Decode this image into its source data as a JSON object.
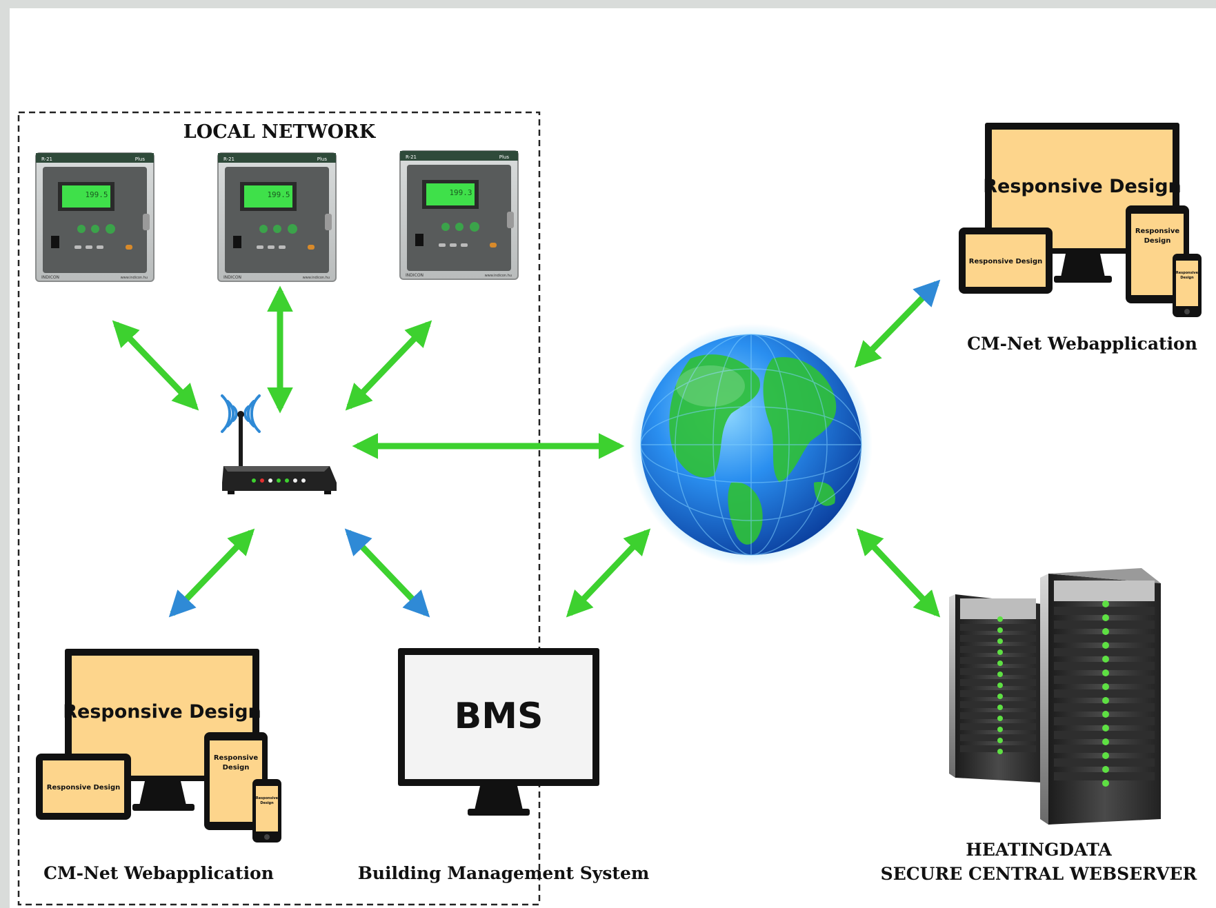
{
  "diagram": {
    "local_network_label": "LOCAL NETWORK",
    "controllers": [
      {
        "model": "R-21",
        "tag": "Plus",
        "display": "199.5",
        "brand": "INDICON",
        "url": "www.indicon.hu"
      },
      {
        "model": "R-21",
        "tag": "Plus",
        "display": "199.5",
        "brand": "INDICON",
        "url": "www.indicon.hu"
      },
      {
        "model": "R-21",
        "tag": "Plus",
        "display": "199.3",
        "brand": "INDICON",
        "url": "www.indicon.hu"
      }
    ],
    "responsive_text": "Responsive Design",
    "responsive_two_lines": [
      "Responsive",
      "Design"
    ],
    "bms_screen_text": "BMS",
    "labels": {
      "webapp_local": "CM-Net Webapplication",
      "bms": "Building Management System",
      "webapp_remote": "CM-Net Webapplication",
      "server_line1": "HEATINGDATA",
      "server_line2": "SECURE CENTRAL WEBSERVER"
    },
    "colors": {
      "arrow_green": "#3dd12f",
      "arrow_blue": "#2f7fd6",
      "screen_fill": "#fdd58c",
      "lcd_green": "#3fe04a",
      "globe_ocean": "#1f78e0",
      "globe_land": "#2fbf3a",
      "server_led": "#5ee043"
    }
  }
}
